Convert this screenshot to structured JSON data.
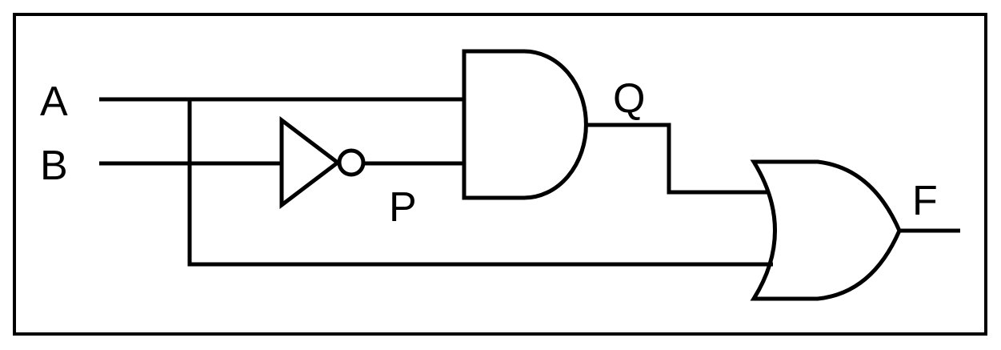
{
  "labels": {
    "input_a": "A",
    "input_b": "B",
    "node_p": "P",
    "node_q": "Q",
    "output_f": "F"
  }
}
